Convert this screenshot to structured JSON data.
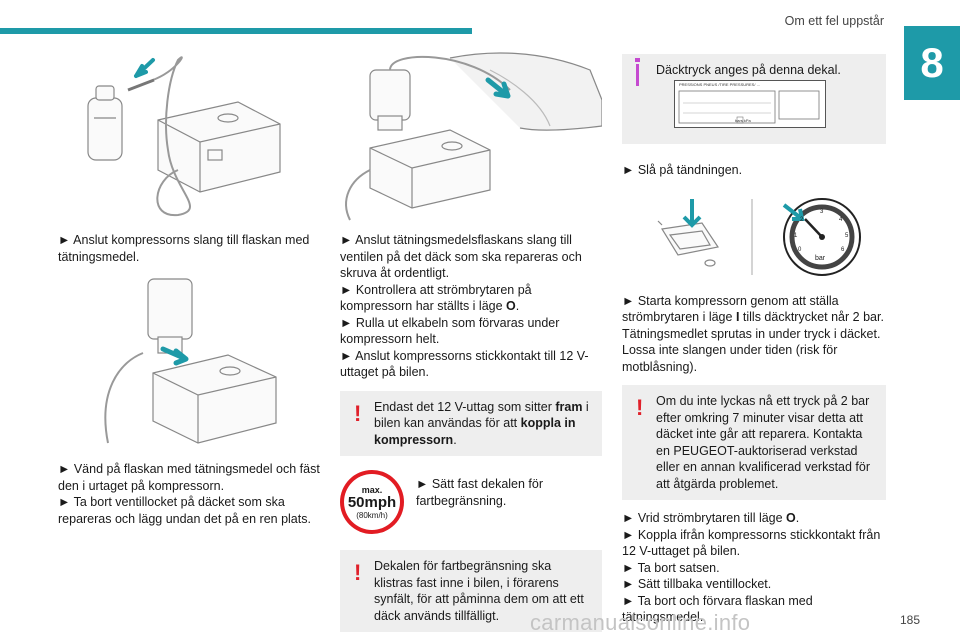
{
  "header": {
    "title": "Om ett fel uppstår",
    "chapter": "8"
  },
  "page_number": "185",
  "watermark": "carmanualsonline.info",
  "col1": {
    "step1": "► Anslut kompressorns slang till flaskan med tätningsmedel.",
    "step2": "► Vänd på flaskan med tätningsmedel och fäst den i urtaget på kompressorn.",
    "step3": "► Ta bort ventillocket på däcket som ska repareras och lägg undan det på en ren plats."
  },
  "col2": {
    "step1": "► Anslut tätningsmedelsflaskans slang till ventilen på det däck som ska repareras och skruva åt ordentligt.",
    "step2_pre": "► Kontrollera att strömbrytaren på kompressorn har ställts i läge ",
    "step2_bold": "O",
    "step2_post": ".",
    "step3": "► Rulla ut elkabeln som förvaras under kompressorn helt.",
    "step4": "► Anslut kompressorns stickkontakt till 12 V-uttaget på bilen.",
    "warning1": {
      "pre": "Endast det 12 V-uttag som sitter ",
      "bold1": "fram",
      "mid": " i bilen kan användas för att ",
      "bold2": "koppla in kompressorn",
      "post": "."
    },
    "speed_badge": {
      "max": "max.",
      "mph": "50mph",
      "kmh": "(80km/h)"
    },
    "sticker_step": "► Sätt fast dekalen för fartbegränsning.",
    "warning2": "Dekalen för fartbegränsning ska klistras fast inne i bilen, i förarens synfält, för att påminna dem om att ett däck används tillfälligt."
  },
  "col3": {
    "info": "Däcktryck anges på denna dekal.",
    "decal_title": "PRESSIONS PNEUS /TIRE PRESSURES/ ... ",
    "decal_units": "bars     kPa",
    "ignition": "► Slå på tändningen.",
    "gauge_unit": "bar",
    "gauge_ticks": [
      "0",
      "1",
      "2",
      "3",
      "4",
      "5",
      "6"
    ],
    "start_pre": "► Starta kompressorn genom att ställa strömbrytaren i läge ",
    "start_bold": "I",
    "start_post": " tills däcktrycket når 2 bar. Tätningsmedlet sprutas in under tryck i däcket. Lossa inte slangen under tiden (risk för motblåsning).",
    "warning": "Om du inte lyckas nå ett tryck på 2 bar efter omkring 7 minuter visar detta att däcket inte går att reparera. Kontakta en PEUGEOT-auktoriserad verkstad eller en annan kvalificerad verkstad för att åtgärda problemet.",
    "end_step1_pre": "► Vrid strömbrytaren till läge ",
    "end_step1_bold": "O",
    "end_step1_post": ".",
    "end_step2": "► Koppla ifrån kompressorns stickkontakt från 12 V-uttaget på bilen.",
    "end_step3": "► Ta bort satsen.",
    "end_step4": "► Sätt tillbaka ventillocket.",
    "end_step5": "► Ta bort och förvara flaskan med tätningsmedel."
  },
  "colors": {
    "accent": "#1e9aa8",
    "warning": "#e0202a",
    "info": "#c54ad0",
    "arrow": "#1e9aa8"
  }
}
